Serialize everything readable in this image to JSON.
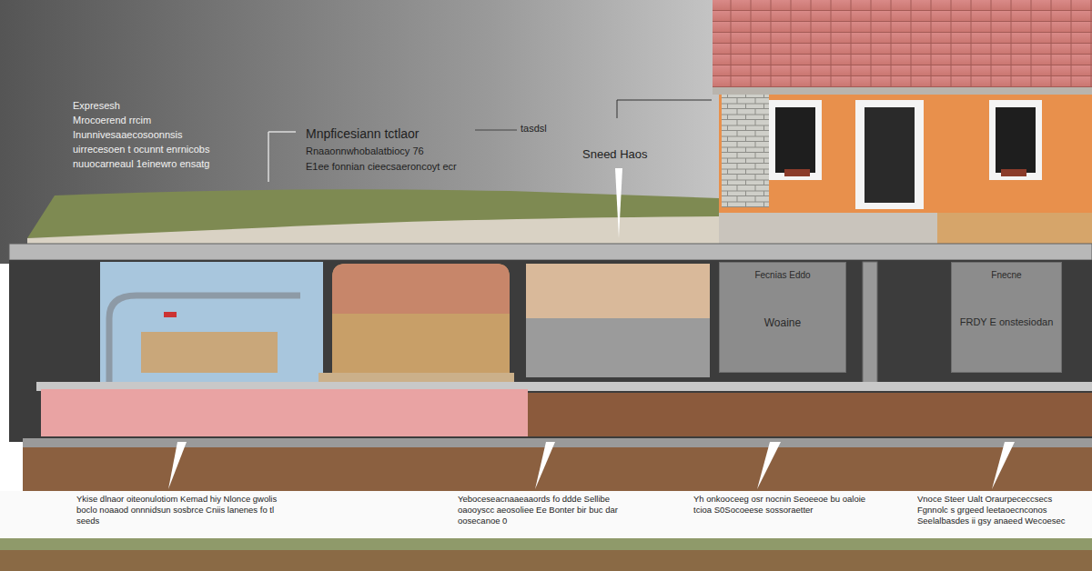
{
  "diagram": {
    "nodes": [
      {
        "text": [
          "Fecnias Eddo",
          "Woaine"
        ]
      },
      {
        "text": [
          "Fnecne",
          "FRDY E onstesiodan"
        ]
      }
    ],
    "labels": [
      "Expresesh",
      "Mrocoerend rrcim",
      "Inunnivesaaecosoonnsis",
      "uirrecesoen t ocunnt enrnicobs",
      "nuuocarneaul 1einewro ensatg",
      "Mnpficesiann tctlaor",
      "Rnaaonnwhobalatbiocy 76",
      "E1ee fonnian cieecsaeroncoyt ecr",
      "tasdsl",
      "Sneed Haos",
      "Ykise dlnaor oiteonulotiom Kemad hiy Nlonce gwolis boclo noaaod onnnidsun sosbrce Cniis lanenes fo tl seeds",
      "Yeboceseacnaaeaaords fo ddde Sellibe oaooyscc aeosoliee Ee Bonter bir buc dar oosecanoe 0",
      "Yh onkooceeg osr nocnin Seoeeoe bu oaloie tcioa S0Socoeese sossoraetter",
      "Vnoce Steer Ualt Oraurpececcsecs Fgnnolc s grgeed leetaoecnconos Seelalbasdes ii gsy anaeed Wecoesec"
    ]
  }
}
